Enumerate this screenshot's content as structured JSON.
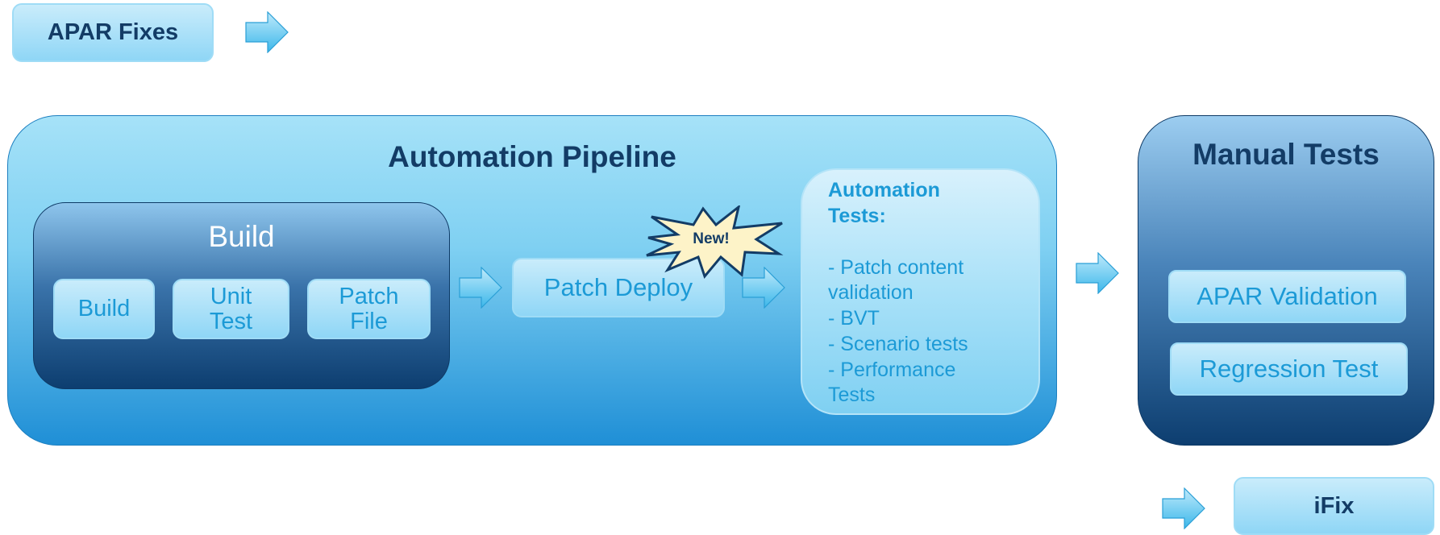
{
  "apar_fixes": {
    "label": "APAR Fixes"
  },
  "pipeline": {
    "title": "Automation Pipeline",
    "build_group": {
      "title": "Build",
      "items": [
        "Build",
        "Unit\nTest",
        "Patch\nFile"
      ]
    },
    "patch_deploy": "Patch Deploy",
    "new_badge": "New!",
    "automation_tests": {
      "heading": "Automation\nTests:",
      "items": [
        "- Patch content\nvalidation",
        "- BVT",
        "- Scenario tests",
        "- Performance\nTests"
      ]
    }
  },
  "manual_tests": {
    "title": "Manual Tests",
    "items": [
      "APAR Validation",
      "Regression Test"
    ]
  },
  "ifix": {
    "label": "iFix"
  },
  "colors": {
    "accent_light": "#8fd6f6",
    "accent_text": "#1c9ad6",
    "dark_navy": "#133c66",
    "badge_fill": "#fdf3c8"
  }
}
